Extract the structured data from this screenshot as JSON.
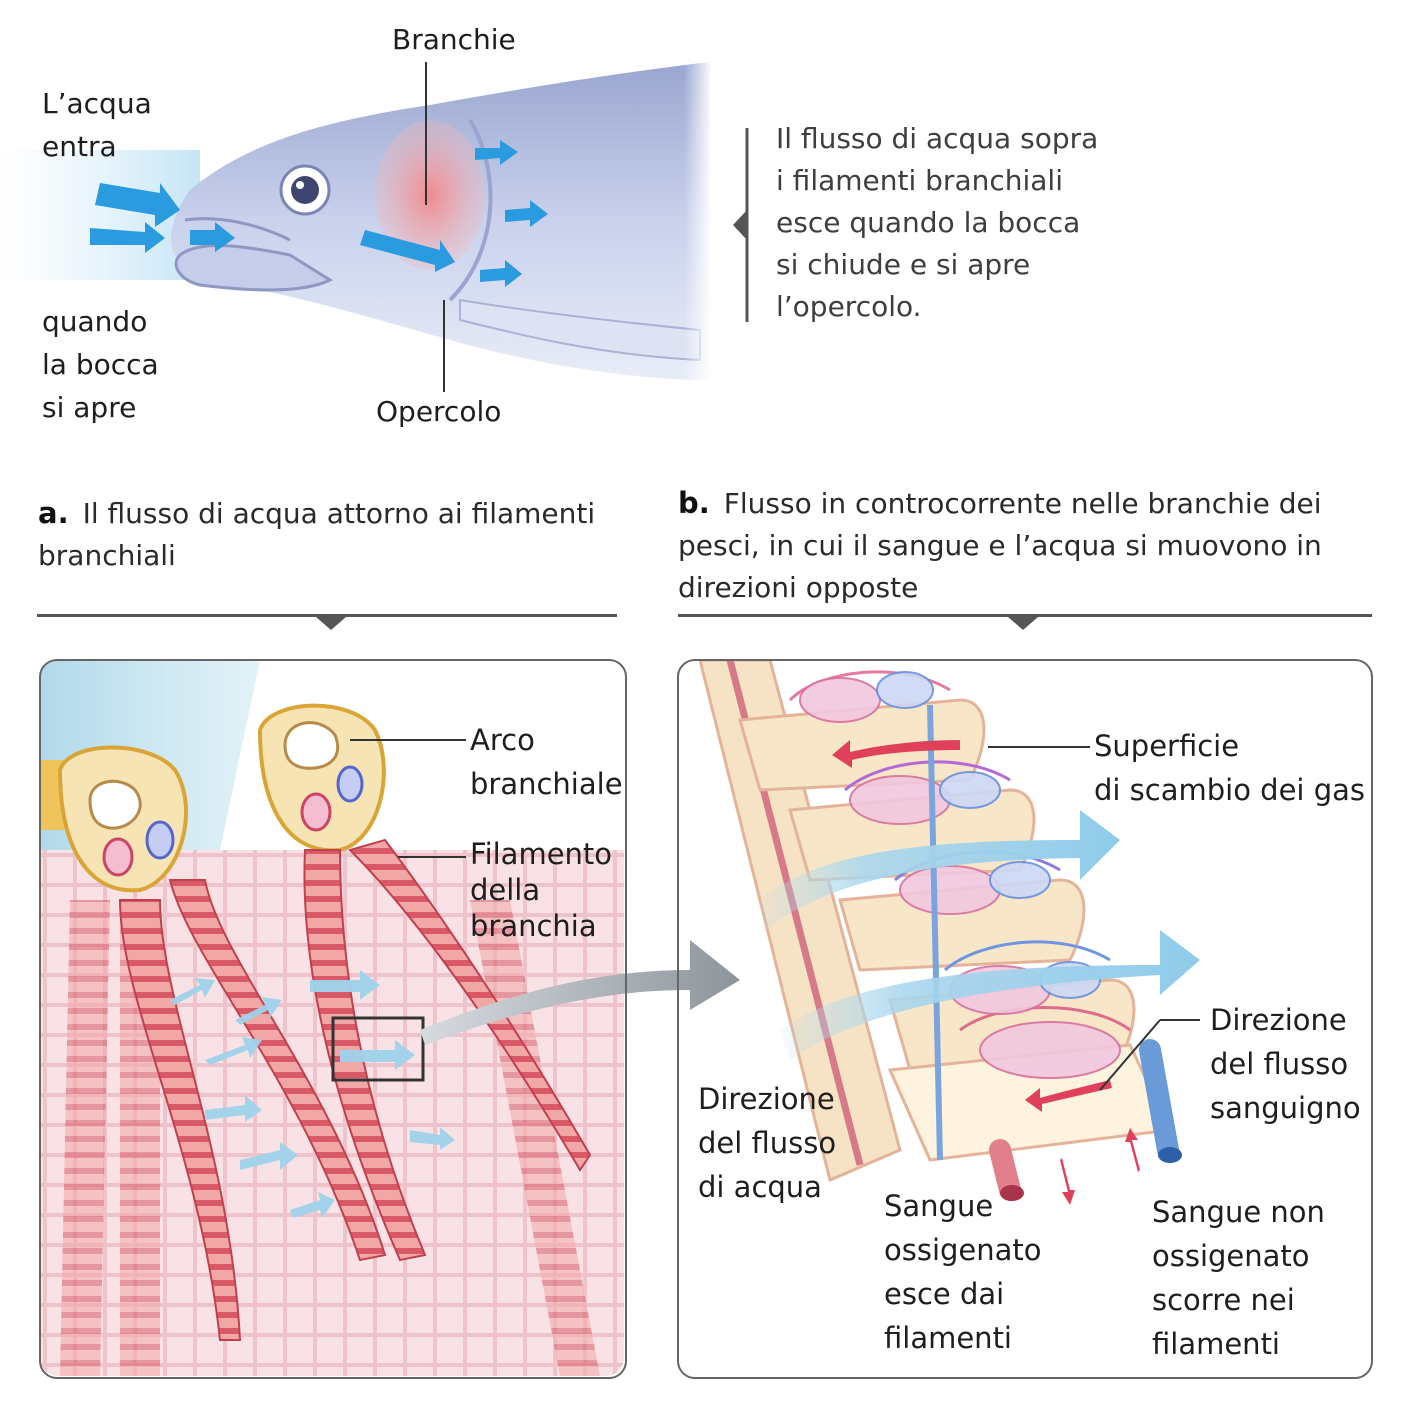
{
  "colors": {
    "water_arrow": "#1f8fd9",
    "pale_water": "#a9d6ee",
    "filament": "#e8707a",
    "fish": "#b9c3e2",
    "arch": "#f6e4b4",
    "blood_red": "#e0405a",
    "blood_blue": "#5a8fd6",
    "rule": "#555555"
  },
  "top": {
    "label_water_enters": "L’acqua\nentra",
    "label_mouth_opens": "quando\nla bocca\nsi apre",
    "label_gills": "Branchie",
    "label_operculum": "Opercolo",
    "side_text": "Il flusso di acqua sopra\ni filamenti branchiali\nesce quando la bocca\nsi chiude e si apre\nl’opercolo."
  },
  "panel_a": {
    "letter": "a.",
    "caption": "Il flusso di acqua attorno ai filamenti branchiali",
    "label_arch": "Arco\nbranchiale",
    "label_filament": "Filamento\ndella\nbranchia"
  },
  "panel_b": {
    "letter": "b.",
    "caption": "Flusso in controcorrente nelle branchie dei pesci, in cui il sangue e l’acqua si muovono in direzioni opposte",
    "label_surface": "Superficie\ndi scambio dei gas",
    "label_blood_dir": "Direzione\ndel flusso\nsanguigno",
    "label_water_dir": "Direzione\ndel flusso\ndi acqua",
    "label_oxy": "Sangue\nossigenato\nesce dai\nfilamenti",
    "label_deoxy": "Sangue non\nossigenato\nscorre nei\nfilamenti"
  }
}
